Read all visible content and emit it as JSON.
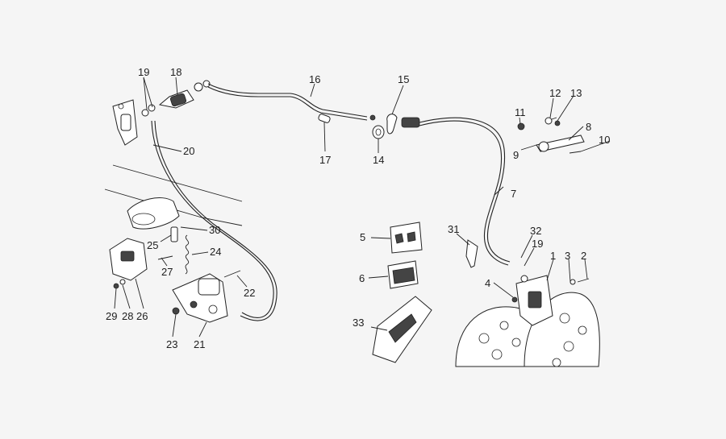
{
  "diagram": {
    "labels": [
      "1",
      "2",
      "3",
      "4",
      "5",
      "6",
      "7",
      "8",
      "9",
      "10",
      "11",
      "12",
      "13",
      "14",
      "15",
      "16",
      "17",
      "18",
      "19",
      "19",
      "20",
      "21",
      "22",
      "23",
      "24",
      "25",
      "26",
      "27",
      "28",
      "29",
      "30",
      "31",
      "32",
      "33"
    ]
  }
}
